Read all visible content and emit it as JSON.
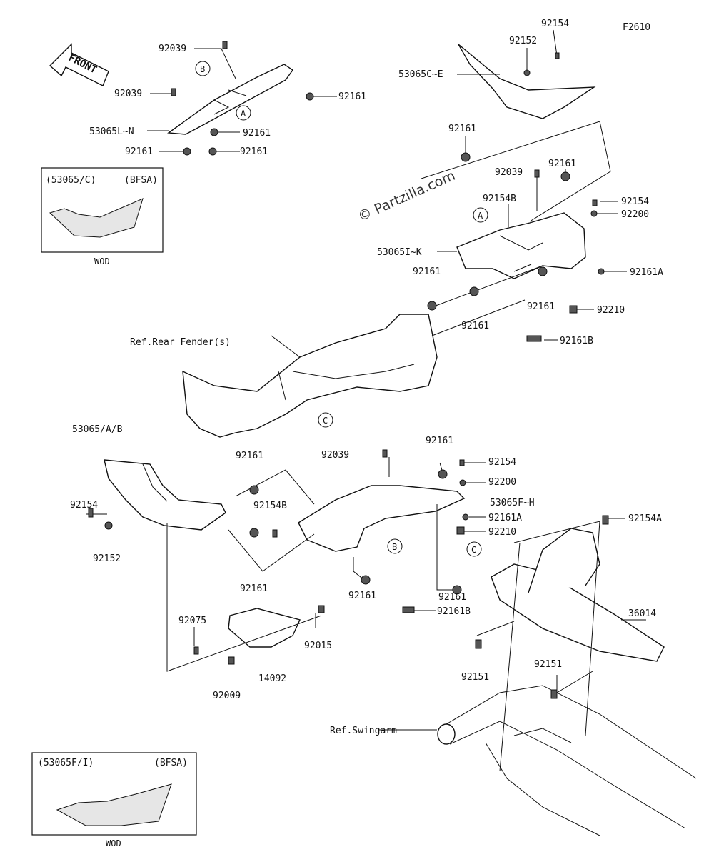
{
  "figure_code": "F2610",
  "watermark": "© Partzilla.com",
  "front_arrow": "FRONT",
  "inset_top": {
    "left": "(53065/C)",
    "right": "(BFSA)",
    "caption": "WOD"
  },
  "inset_bottom": {
    "left": "(53065F/I)",
    "right": "(BFSA)",
    "caption": "WOD"
  },
  "refs": {
    "rear_fender": "Ref.Rear Fender(s)",
    "swingarm": "Ref.Swingarm"
  },
  "callouts": {
    "A": "A",
    "B": "B",
    "C": "C"
  },
  "labels": {
    "p92039_a": "92039",
    "p92039_b": "92039",
    "p53065ln": "53065L~N",
    "p92161_a": "92161",
    "p92161_b": "92161",
    "p92161_c": "92161",
    "p92161_d": "92161",
    "p92154_top": "92154",
    "p92152_top": "92152",
    "p53065ce": "53065C~E",
    "p92161_e": "92161",
    "p92039_c": "92039",
    "p92161_f": "92161",
    "p92154b_a": "92154B",
    "p92154_r": "92154",
    "p92200_r": "92200",
    "p53065ik": "53065I~K",
    "p92161_g": "92161",
    "p92161a_r": "92161A",
    "p92210_r": "92210",
    "p92161_h": "92161",
    "p92161_i": "92161",
    "p92161b_r": "92161B",
    "p53065ab": "53065/A/B",
    "p92154_l": "92154",
    "p92152_l": "92152",
    "p92161_j": "92161",
    "p92154b_b": "92154B",
    "p92161_k": "92161",
    "p92039_d": "92039",
    "p92161_l": "92161",
    "p92154_m": "92154",
    "p92200_m": "92200",
    "p53065fh": "53065F~H",
    "p92161a_m": "92161A",
    "p92210_m": "92210",
    "p92161_m": "92161",
    "p92161_n": "92161",
    "p92161b_m": "92161B",
    "p92154a": "92154A",
    "p36014": "36014",
    "p92075": "92075",
    "p92015": "92015",
    "p14092": "14092",
    "p92009": "92009",
    "p92151_a": "92151",
    "p92151_b": "92151"
  }
}
